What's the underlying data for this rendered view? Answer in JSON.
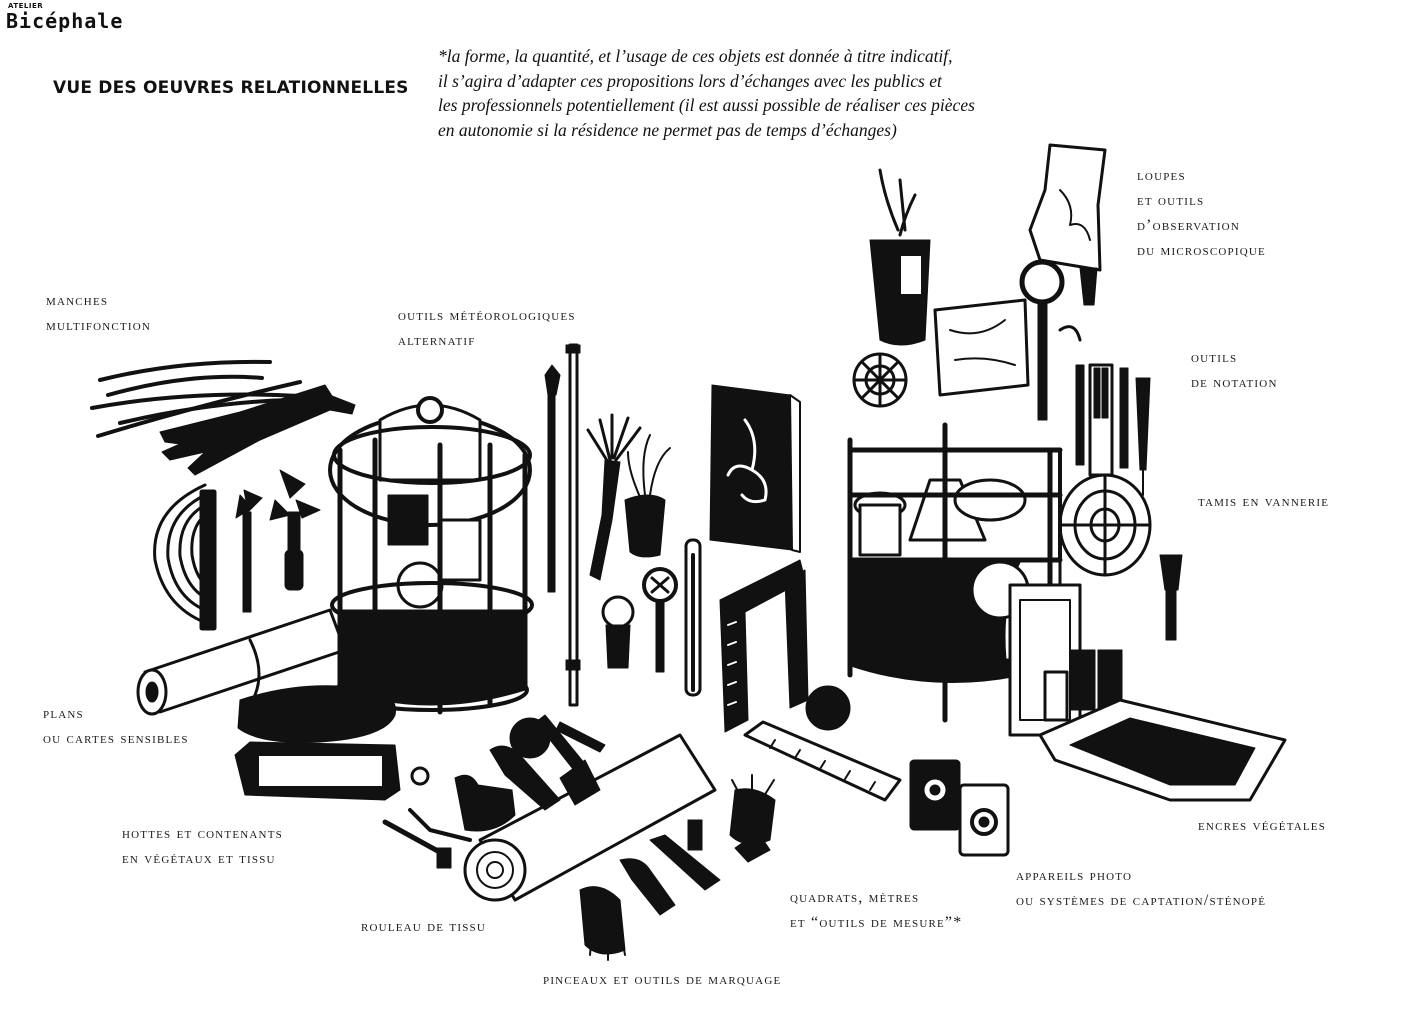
{
  "brand": {
    "small": "ATELIER",
    "name": "Bicéphale"
  },
  "page_title": "VUE DES OEUVRES RELATIONNELLES",
  "note_lines": [
    "*la forme, la quantité, et l’usage de ces objets est donnée à titre indicatif,",
    "il s’agira d’adapter ces propositions lors d’échanges avec les publics et",
    "les professionnels potentiellement (il est aussi possible de réaliser ces pièces",
    "en autonomie si la résidence ne permet pas de temps d’échanges)"
  ],
  "labels": {
    "manches": [
      "manches",
      "multifonction"
    ],
    "meteo": [
      "outils météorologiques",
      "alternatif"
    ],
    "loupes": [
      "loupes",
      "et outils",
      "d’observation",
      "du microscopique"
    ],
    "notation": [
      "outils",
      "de notation"
    ],
    "tamis": [
      "tamis en vannerie"
    ],
    "plans": [
      "plans",
      "ou cartes sensibles"
    ],
    "hottes": [
      "hottes et contenants",
      "en végétaux et tissu"
    ],
    "rouleau": [
      "rouleau de tissu"
    ],
    "pinceaux": [
      "pinceaux et outils de marquage"
    ],
    "quadrats": [
      "quadrats, mètres",
      "et “outils de mesure”*"
    ],
    "appareils": [
      "appareils photo",
      "ou systèmes de captation/sténopé"
    ],
    "encres": [
      "encres végétales"
    ]
  },
  "colors": {
    "ink": "#111111",
    "paper": "#ffffff"
  }
}
